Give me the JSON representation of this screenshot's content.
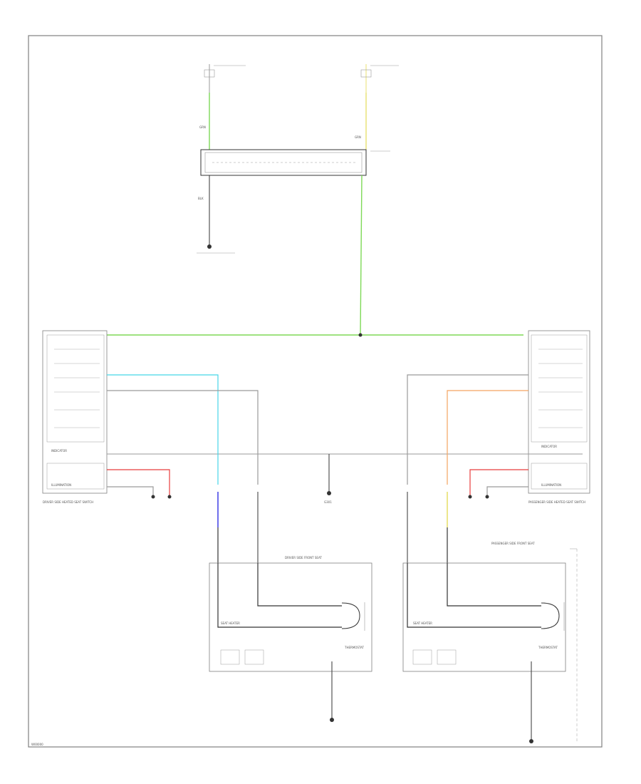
{
  "colors": {
    "frame": "#808080",
    "wire_black": "#333333",
    "wire_gray": "#9a9a9a",
    "wire_green": "#7ed957",
    "wire_cyan": "#46d6e8",
    "wire_red": "#e83c3c",
    "wire_orange": "#f4a460",
    "wire_yellow": "#e8e070",
    "wire_blue": "#4a4ae8"
  },
  "labels": {
    "driver_switch": "DRIVER SIDE HEATED SEAT SWITCH",
    "passenger_switch": "PASSENGER SIDE HEATED SEAT SWITCH",
    "indicator": "INDICATOR",
    "illumination": "ILLUMINATION",
    "ground_label": "G301",
    "driver_seat": "DRIVER SIDE FRONT SEAT",
    "passenger_seat": "PASSENGER SIDE FRONT SEAT",
    "seat_heater": "SEAT HEATER",
    "thermostat": "THERMOSTAT",
    "wire_grn": "GRN",
    "wire_blk": "BLK",
    "footer": "W00000"
  }
}
